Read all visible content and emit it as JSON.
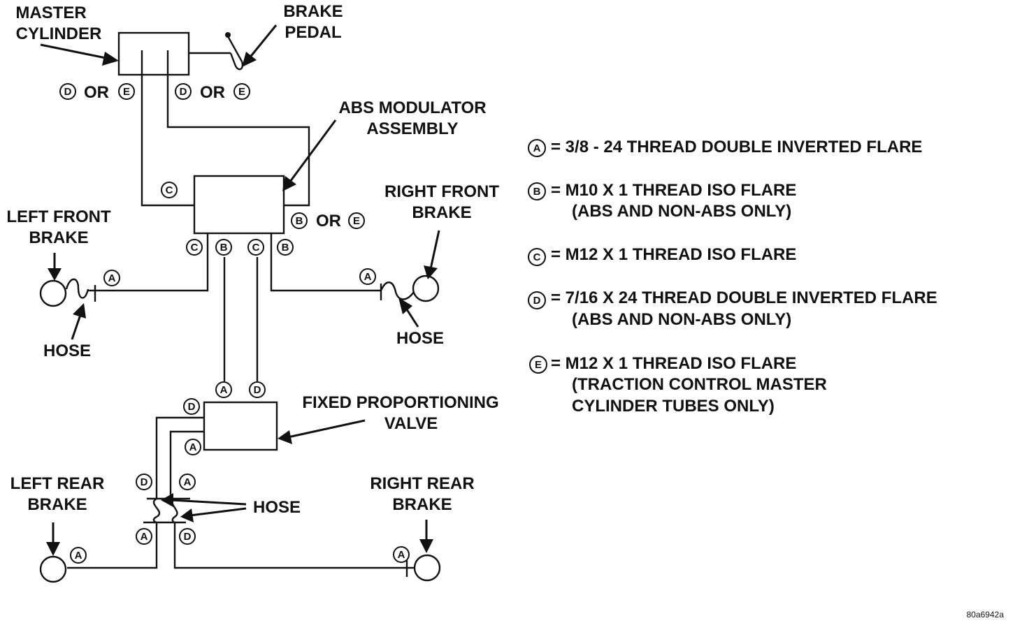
{
  "labels": {
    "master_cylinder": [
      "MASTER",
      "CYLINDER"
    ],
    "brake_pedal": [
      "BRAKE",
      "PEDAL"
    ],
    "abs_modulator": [
      "ABS MODULATOR",
      "ASSEMBLY"
    ],
    "left_front_brake": [
      "LEFT FRONT",
      "BRAKE"
    ],
    "right_front_brake": [
      "RIGHT FRONT",
      "BRAKE"
    ],
    "hose": "HOSE",
    "fixed_proportioning_valve": [
      "FIXED PROPORTIONING",
      "VALVE"
    ],
    "left_rear_brake": [
      "LEFT REAR",
      "BRAKE"
    ],
    "right_rear_brake": [
      "RIGHT REAR",
      "BRAKE"
    ],
    "or": "OR"
  },
  "fitting_letters": [
    "A",
    "B",
    "C",
    "D",
    "E"
  ],
  "legend": [
    {
      "letter": "A",
      "lines": [
        "= 3/8 - 24 THREAD DOUBLE INVERTED FLARE"
      ]
    },
    {
      "letter": "B",
      "lines": [
        "= M10 X 1 THREAD ISO FLARE",
        "(ABS AND NON-ABS ONLY)"
      ]
    },
    {
      "letter": "C",
      "lines": [
        "= M12 X 1 THREAD ISO FLARE"
      ]
    },
    {
      "letter": "D",
      "lines": [
        "= 7/16 X 24 THREAD DOUBLE INVERTED FLARE",
        "(ABS AND NON-ABS ONLY)"
      ]
    },
    {
      "letter": "E",
      "lines": [
        "= M12 X 1 THREAD ISO FLARE",
        "(TRACTION CONTROL MASTER",
        "CYLINDER TUBES ONLY)"
      ]
    }
  ],
  "figure_ref": "80a6942a"
}
